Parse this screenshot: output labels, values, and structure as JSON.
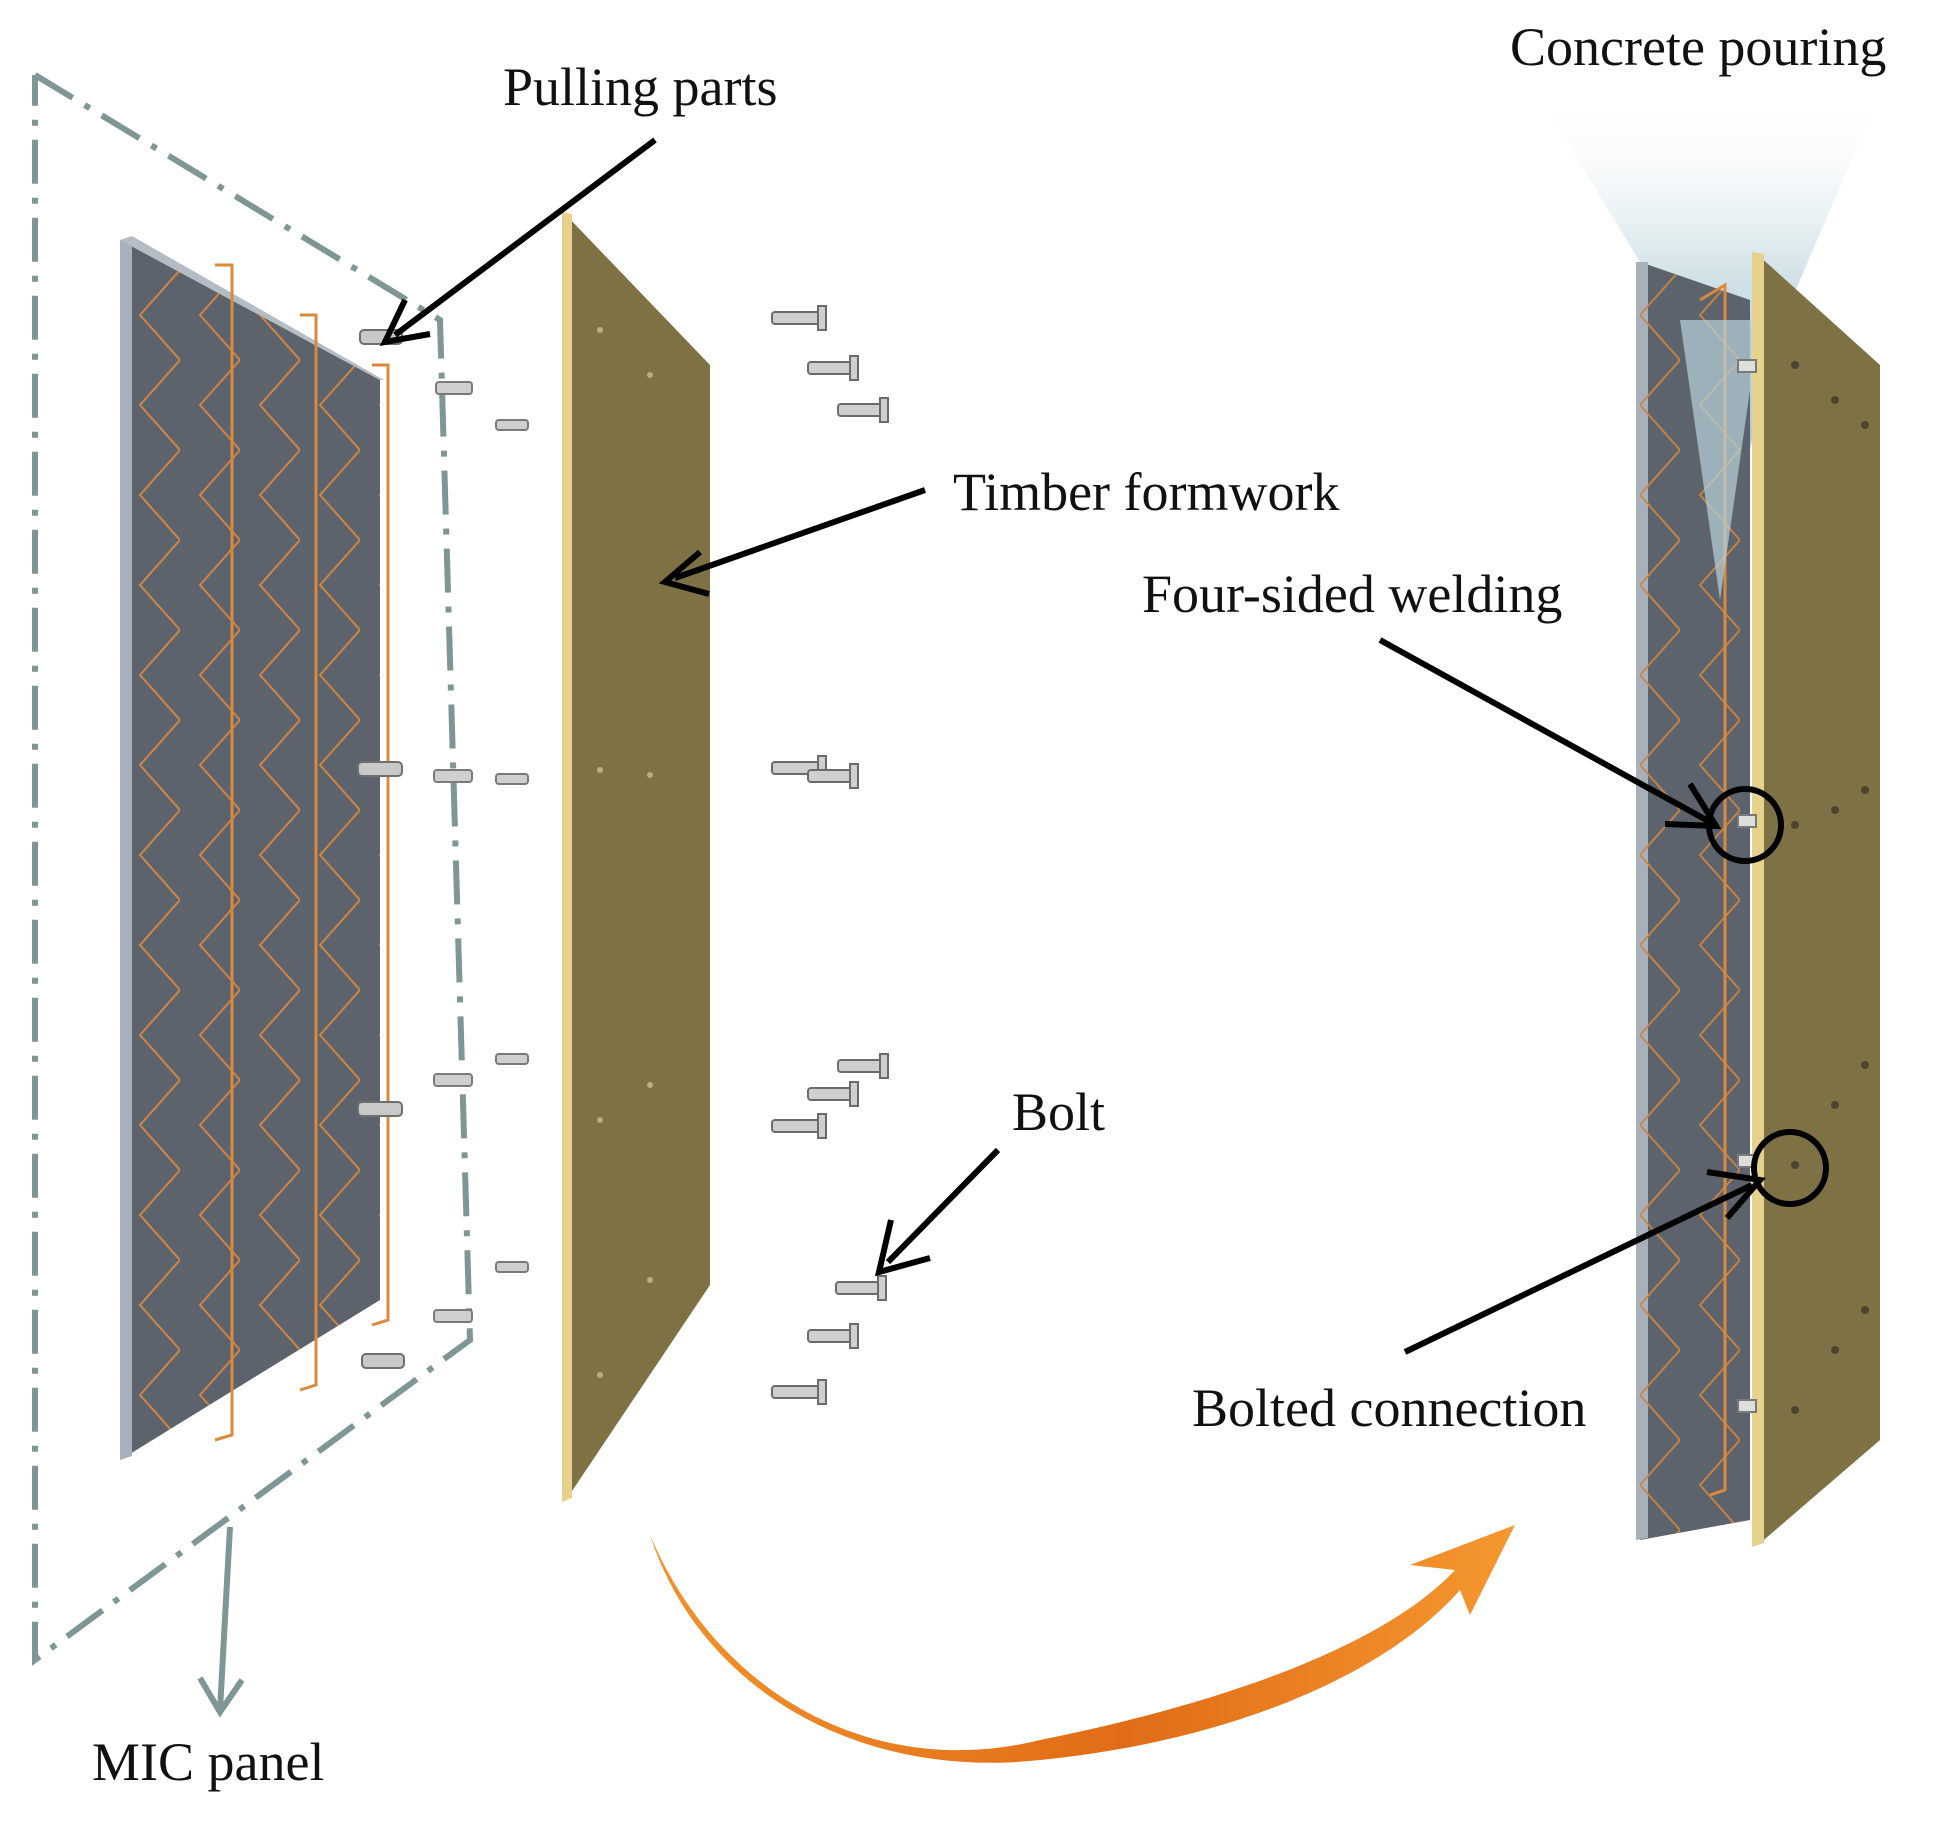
{
  "labels": {
    "pulling_parts": "Pulling parts",
    "timber_formwork": "Timber formwork",
    "bolt": "Bolt",
    "mic_panel": "MIC panel",
    "concrete_pouring": "Concrete pouring",
    "four_sided_welding": "Four-sided welding",
    "bolted_connection": "Bolted connection"
  },
  "colors": {
    "steel_panel": "#5c636c",
    "steel_edge": "#a7b0bb",
    "timber": "#7e7245",
    "timber_edge": "#e6d28c",
    "rebar": "#d98a3b",
    "bolt": "#9a9a9a",
    "dashdot": "#7f9696",
    "process_arrow": "#ea7d22",
    "leader": "#000000",
    "concrete": "#b9d3db"
  },
  "icons": {
    "process_arrow": "curved-arrow-icon",
    "highlight_welding": "circle-highlight-icon",
    "highlight_bolt": "circle-highlight-icon"
  }
}
